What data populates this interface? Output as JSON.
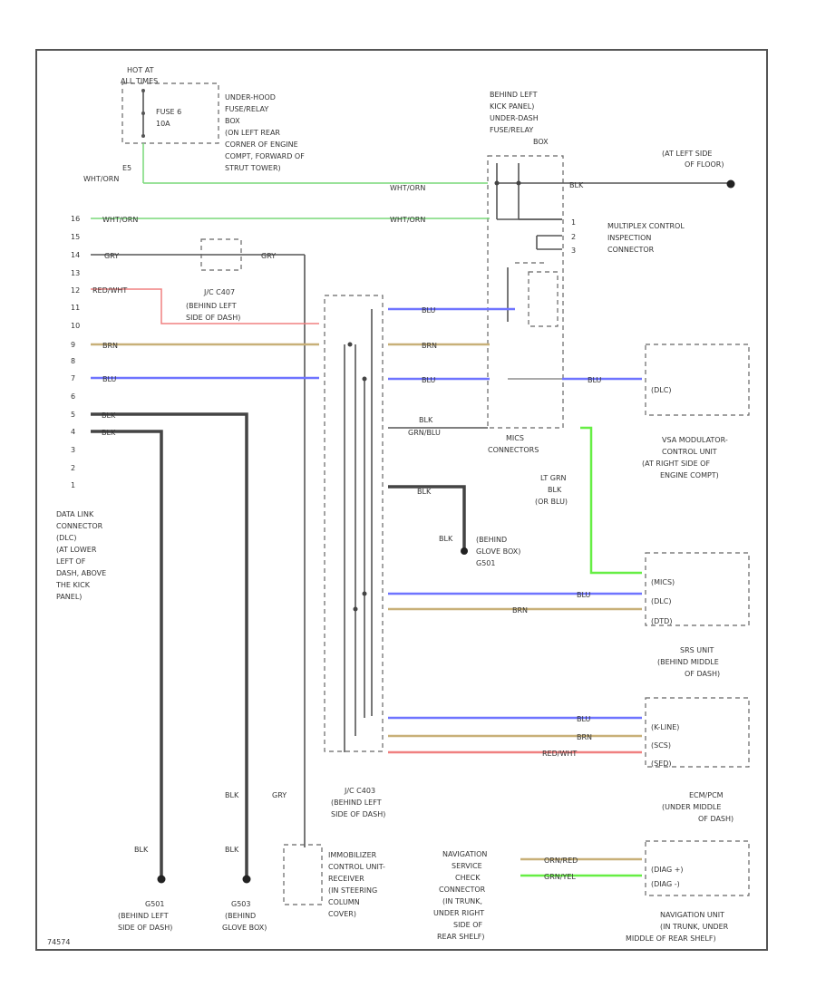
{
  "colors": {
    "blue": "#6f74ff",
    "tan": "#c8b078",
    "red": "#f08080",
    "green": "#79d879",
    "lime": "#66ee44",
    "gray": "#555555",
    "dark": "#444444"
  },
  "labels": {
    "hot": [
      "HOT AT",
      "ALL TIMES"
    ],
    "fuse": [
      "FUSE 6",
      "10A"
    ],
    "uh": [
      "UNDER-HOOD",
      "FUSE/RELAY",
      "BOX",
      "(ON LEFT REAR",
      "CORNER OF ENGINE",
      "COMPT, FORWARD OF",
      "STRUT TOWER)"
    ],
    "dash_box": [
      "BEHIND LEFT",
      "KICK PANEL)",
      "UNDER-DASH",
      "FUSE/RELAY",
      "BOX"
    ],
    "g_top": [
      "(AT LEFT SIDE",
      "OF FLOOR)"
    ],
    "mpx": [
      "MULTIPLEX CONTROL",
      "INSPECTION",
      "CONNECTOR"
    ],
    "jc1": [
      "J/C C407",
      "(BEHIND LEFT",
      "SIDE OF DASH)"
    ],
    "mics": [
      "MICS",
      "CONNECTORS"
    ],
    "vsa": [
      "VSA MODULATOR-",
      "CONTROL UNIT",
      "(AT RIGHT SIDE OF",
      "ENGINE COMPT)"
    ],
    "g_glove": [
      "(BEHIND",
      "GLOVE BOX)",
      "G501"
    ],
    "dlc": [
      "DATA LINK",
      "CONNECTOR",
      "(DLC)",
      "(AT LOWER",
      "LEFT OF",
      "DASH, ABOVE",
      "THE KICK",
      "PANEL)"
    ],
    "srs": [
      "SRS UNIT",
      "(BEHIND MIDDLE",
      "OF DASH)"
    ],
    "jc2": [
      "J/C C403",
      "(BEHIND LEFT",
      "SIDE OF DASH)"
    ],
    "ecm": [
      "ECM/PCM",
      "(UNDER MIDDLE",
      "OF DASH)"
    ],
    "immob": [
      "IMMOBILIZER",
      "CONTROL UNIT-",
      "RECEIVER",
      "(IN STEERING",
      "COLUMN",
      "COVER)"
    ],
    "nav_conn": [
      "NAVIGATION",
      "SERVICE",
      "CHECK",
      "CONNECTOR",
      "(IN TRUNK,",
      "UNDER RIGHT",
      "SIDE OF",
      "REAR SHELF)"
    ],
    "nav_unit": [
      "NAVIGATION UNIT",
      "(IN TRUNK, UNDER",
      "MIDDLE OF REAR SHELF)"
    ],
    "g1": [
      "G501",
      "(BEHIND LEFT",
      "SIDE OF DASH)"
    ],
    "g2": [
      "G503",
      "(BEHIND",
      "GLOVE BOX)"
    ],
    "pins": [
      "16",
      "15",
      "14",
      "13",
      "12",
      "11",
      "10",
      "9",
      "8",
      "7",
      "6",
      "5",
      "4",
      "3",
      "2",
      "1"
    ],
    "pin_dlc": "(DLC)",
    "pin_mics": "(MICS)",
    "pin_dlc2": "(DLC)",
    "pin_dtd": "(DTD)",
    "pin_kline": "(K-LINE)",
    "pin_scs": "(SCS)",
    "pin_sed": "(SED)",
    "pin_diag_plus": "(DIAG +)",
    "pin_diag_minus": "(DIAG -)",
    "conn_mpx": [
      "1",
      "2",
      "3"
    ],
    "w_e5": "E5",
    "w_whtorn": "WHT/ORN",
    "w_whtorn_r": "WHT/ORN",
    "w_blk": "BLK",
    "w_gry": "GRY",
    "w_redwht": "RED/WHT",
    "w_brn": "BRN",
    "w_blu": "BLU",
    "w_grn_blu": "GRN/BLU",
    "w_ltgrn": [
      "LT GRN",
      "BLK",
      "(OR BLU)"
    ],
    "w_orn_red": "ORN/RED",
    "w_grn_yel": "GRN/YEL",
    "code": "74574"
  }
}
